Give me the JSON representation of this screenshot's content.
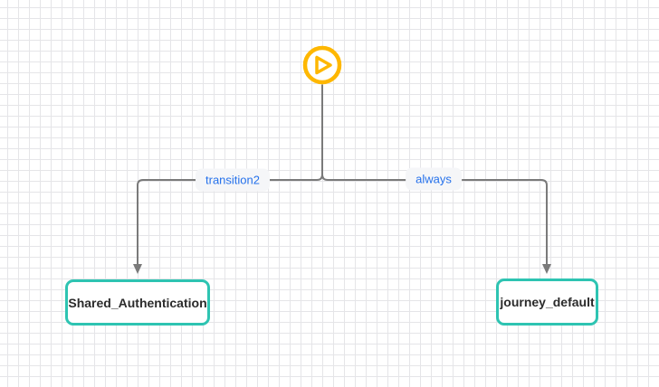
{
  "diagram": {
    "start_node": {
      "icon": "play-icon",
      "color": "#feb700"
    },
    "edges": [
      {
        "from": "start",
        "to": "Shared_Authentication",
        "label": "transition2"
      },
      {
        "from": "start",
        "to": "journey_default",
        "label": "always"
      }
    ],
    "nodes": [
      {
        "label": "Shared_Authentication"
      },
      {
        "label": "journey_default"
      }
    ],
    "colors": {
      "edge_line": "#7a7a7a",
      "node_border": "#2ec4b2",
      "edge_label_text": "#2571eb",
      "edge_label_bg": "#f5f6f8",
      "grid_line": "#e5e5e8",
      "canvas_bg": "#ffffff"
    }
  }
}
